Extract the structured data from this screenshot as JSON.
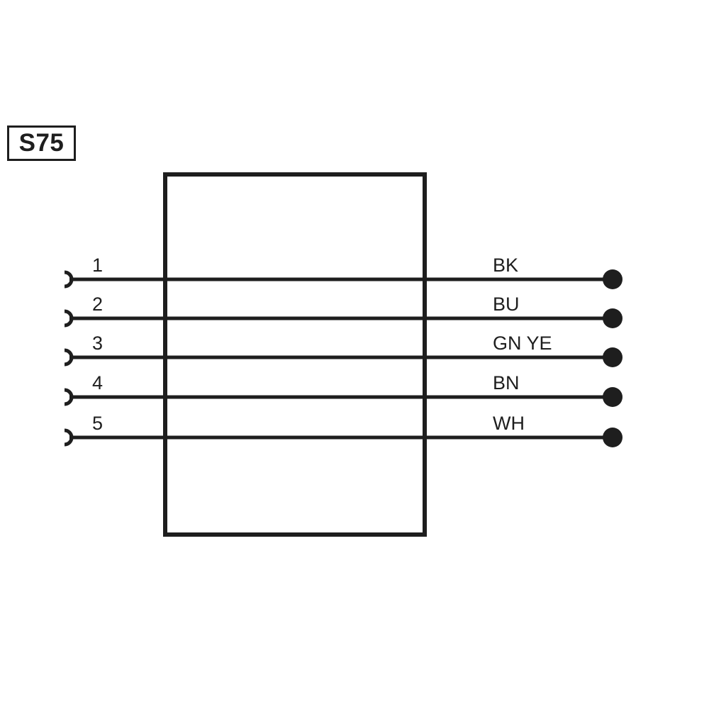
{
  "diagram": {
    "title": "S75",
    "wires": [
      {
        "pin": "1",
        "color": "BK"
      },
      {
        "pin": "2",
        "color": "BU"
      },
      {
        "pin": "3",
        "color": "GN YE"
      },
      {
        "pin": "4",
        "color": "BN"
      },
      {
        "pin": "5",
        "color": "WH"
      }
    ]
  }
}
